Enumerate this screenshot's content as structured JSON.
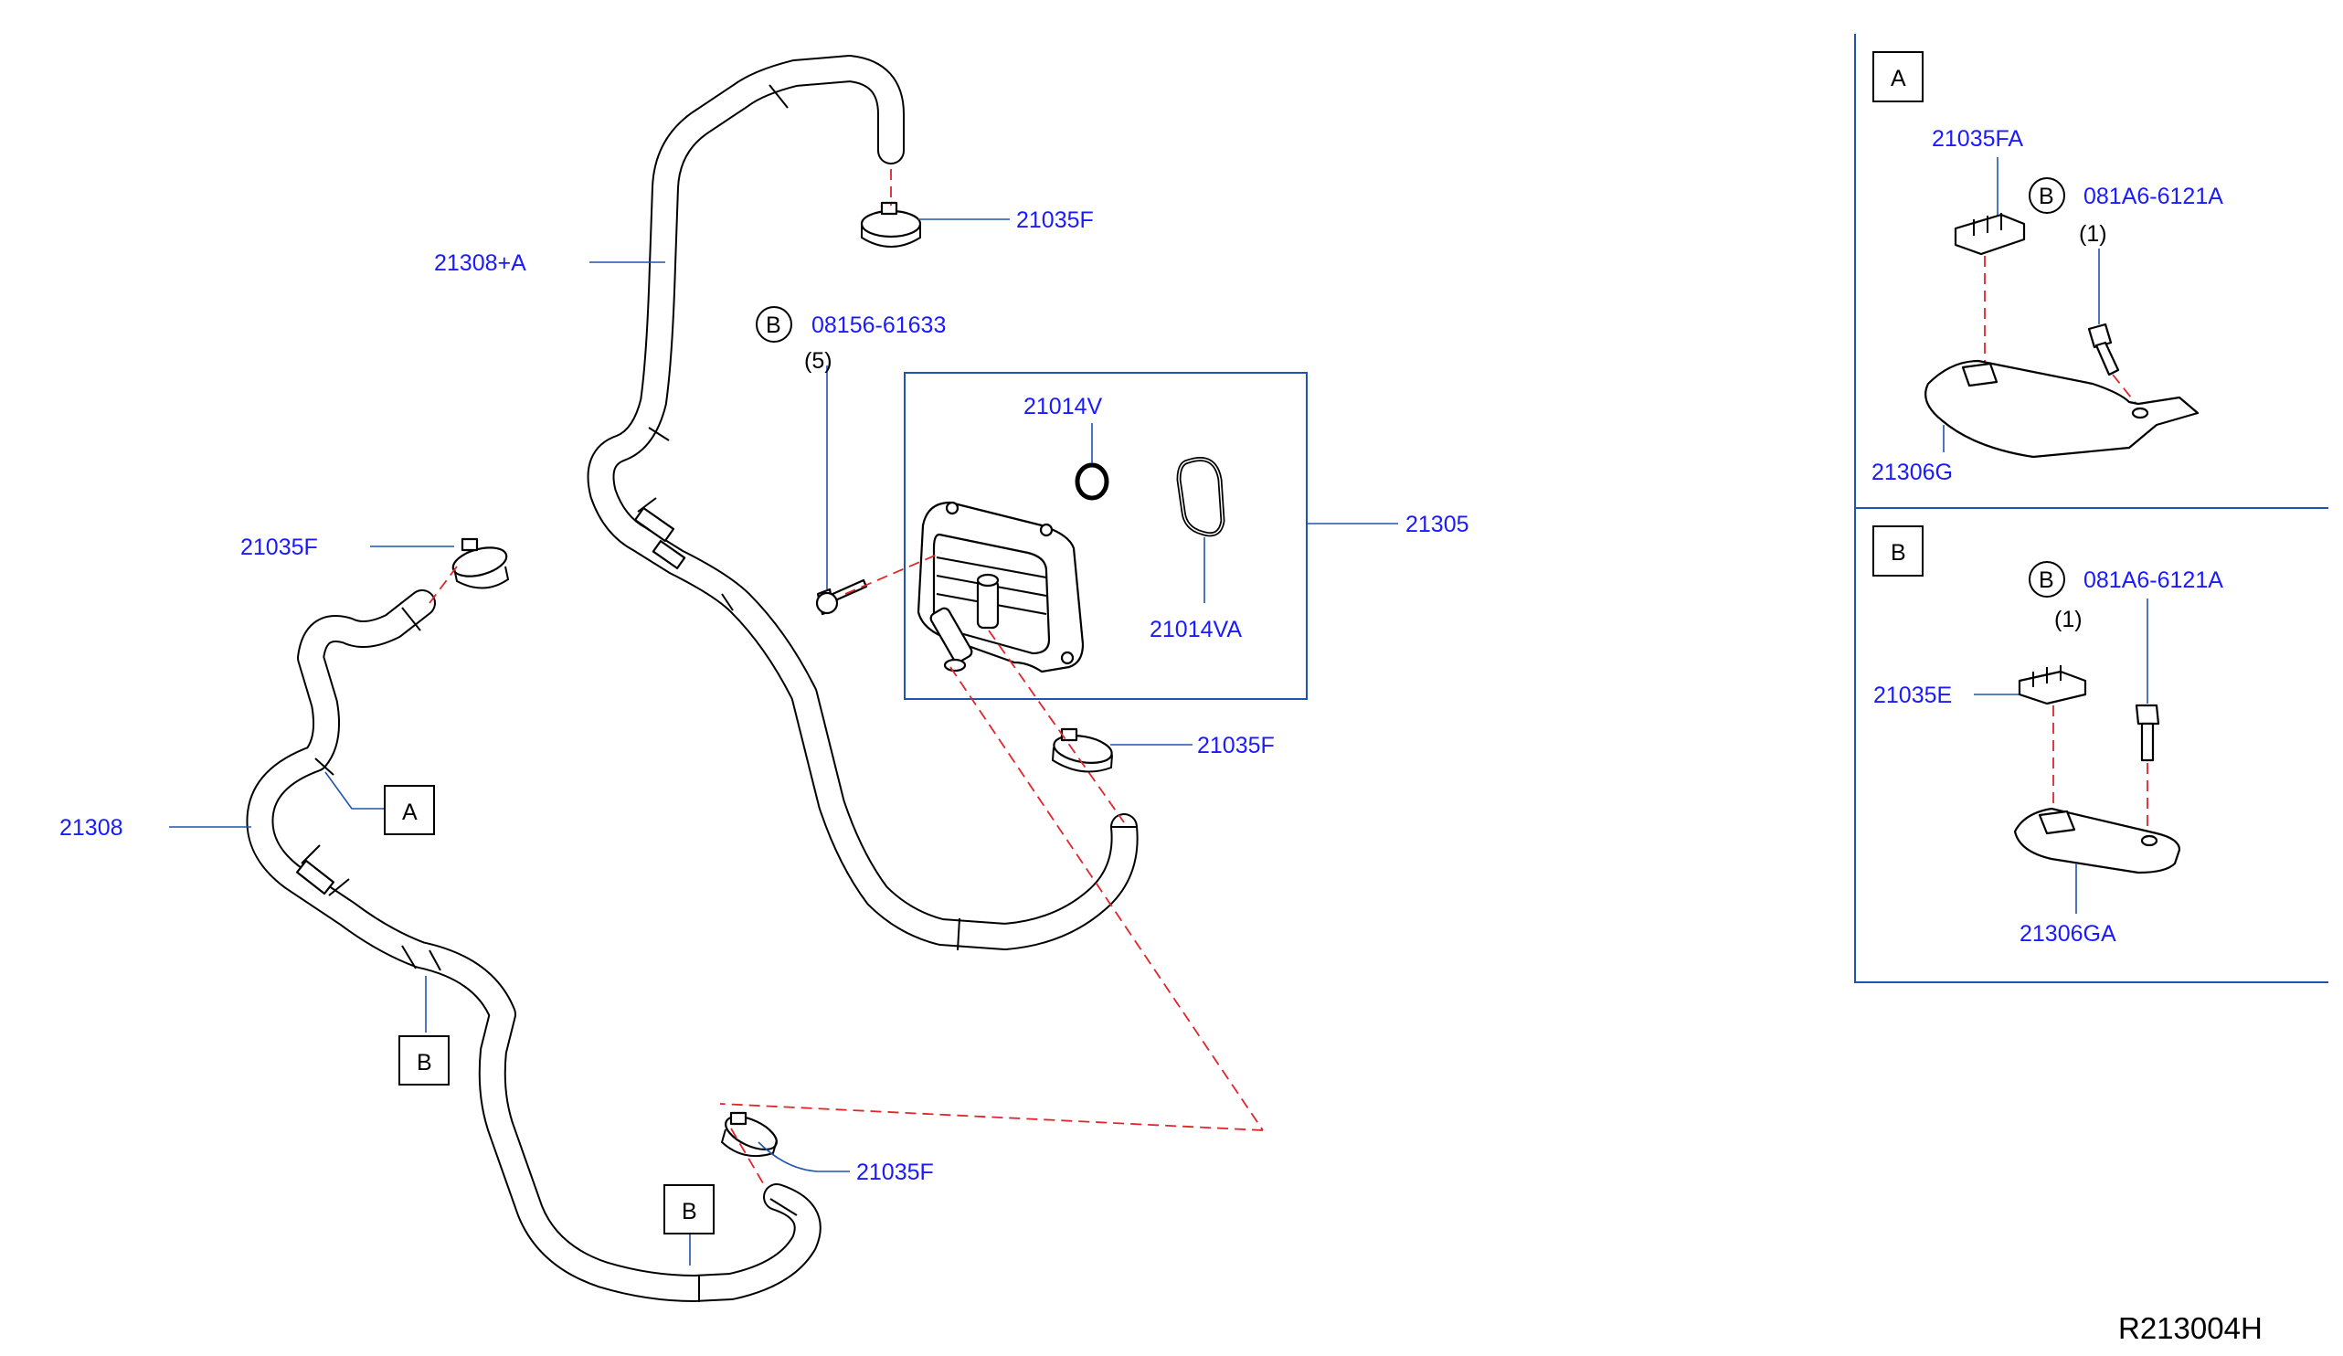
{
  "diagram": {
    "code": "R213004H",
    "callouts": {
      "hose_upper": "21308+A",
      "hose_lower": "21308",
      "clamp": "21035F",
      "bolt_circle": "B",
      "bolt_part": "08156-61633",
      "bolt_qty": "(5)",
      "cooler_assy": "21305",
      "oring": "21014V",
      "gasket": "21014VA",
      "ref_a": "A",
      "ref_b": "B"
    },
    "detail_a": {
      "title": "A",
      "clip": "21035FA",
      "bolt_circle": "B",
      "bolt_part": "081A6-6121A",
      "bolt_qty": "(1)",
      "bracket": "21306G"
    },
    "detail_b": {
      "title": "B",
      "clip": "21035E",
      "bolt_circle": "B",
      "bolt_part": "081A6-6121A",
      "bolt_qty": "(1)",
      "bracket": "21306GA"
    }
  }
}
